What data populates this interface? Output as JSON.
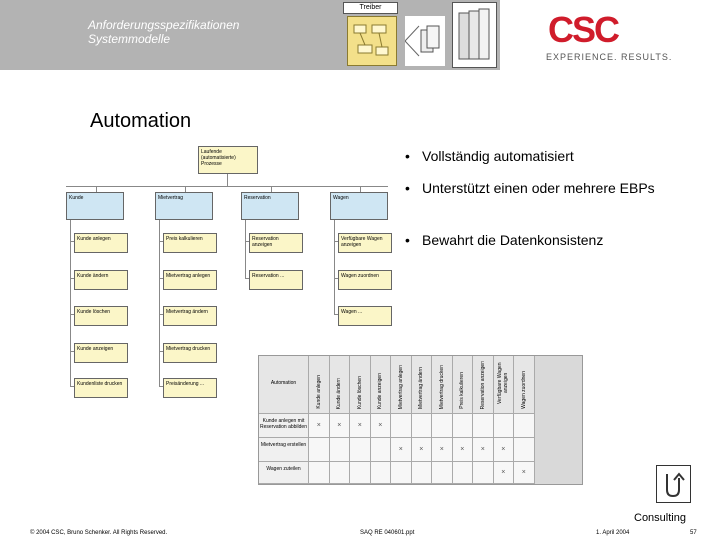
{
  "header": {
    "title_line1": "Anforderungsspezifikationen",
    "title_line2": "Systemmodelle",
    "treiber": "Treiber",
    "brand": "CSC",
    "tagline": "EXPERIENCE. RESULTS."
  },
  "slide_title": "Automation",
  "orgchart": {
    "root": "Laufende (automatisierte) Prozesse",
    "columns": [
      {
        "head": "Kunde",
        "items": [
          "Kunde anlegen",
          "Kunde ändern",
          "Kunde löschen",
          "Kunde anzeigen",
          "Kundenliste drucken"
        ]
      },
      {
        "head": "Mietvertrag",
        "items": [
          "Preis kalkulieren",
          "Mietvertrag anlegen",
          "Mietvertrag ändern",
          "Mietvertrag drucken",
          "Preisänderung ..."
        ]
      },
      {
        "head": "Reservation",
        "items": [
          "Reservation anzeigen",
          "Reservation ..."
        ]
      },
      {
        "head": "Wagen",
        "items": [
          "Verfügbare Wagen anzeigen",
          "Wagen zuordnen",
          "Wagen ..."
        ]
      }
    ]
  },
  "bullets": [
    "Vollständig automatisiert",
    "Unterstützt einen oder mehrere EBPs",
    "Bewahrt die Datenkonsistenz"
  ],
  "matrix": {
    "corner": "Automation",
    "columns": [
      "Kunde anlegen",
      "Kunde ändern",
      "Kunde löschen",
      "Kunde anzeigen",
      "Mietvertrag anlegen",
      "Mietvertrag ändern",
      "Mietvertrag drucken",
      "Preis kalkulieren",
      "Reservation anzeigen",
      "Verfügbare Wagen anzeigen",
      "Wagen zuordnen"
    ],
    "rows": [
      {
        "label": "Kunde anlegen mit Reservation abbilden",
        "marks": [
          true,
          true,
          true,
          true,
          false,
          false,
          false,
          false,
          false,
          false,
          false
        ]
      },
      {
        "label": "Mietvertrag erstellen",
        "marks": [
          false,
          false,
          false,
          false,
          true,
          true,
          true,
          true,
          true,
          true,
          false
        ]
      },
      {
        "label": "Wagen zuteilen",
        "marks": [
          false,
          false,
          false,
          false,
          false,
          false,
          false,
          false,
          false,
          true,
          true
        ]
      }
    ],
    "mark_symbol": "×"
  },
  "consulting": "Consulting",
  "footer": {
    "copyright": "© 2004 CSC, Bruno Schenker. All Rights Reserved.",
    "file": "SAQ RE 040601.ppt",
    "date": "1. April 2004",
    "page": "57"
  }
}
